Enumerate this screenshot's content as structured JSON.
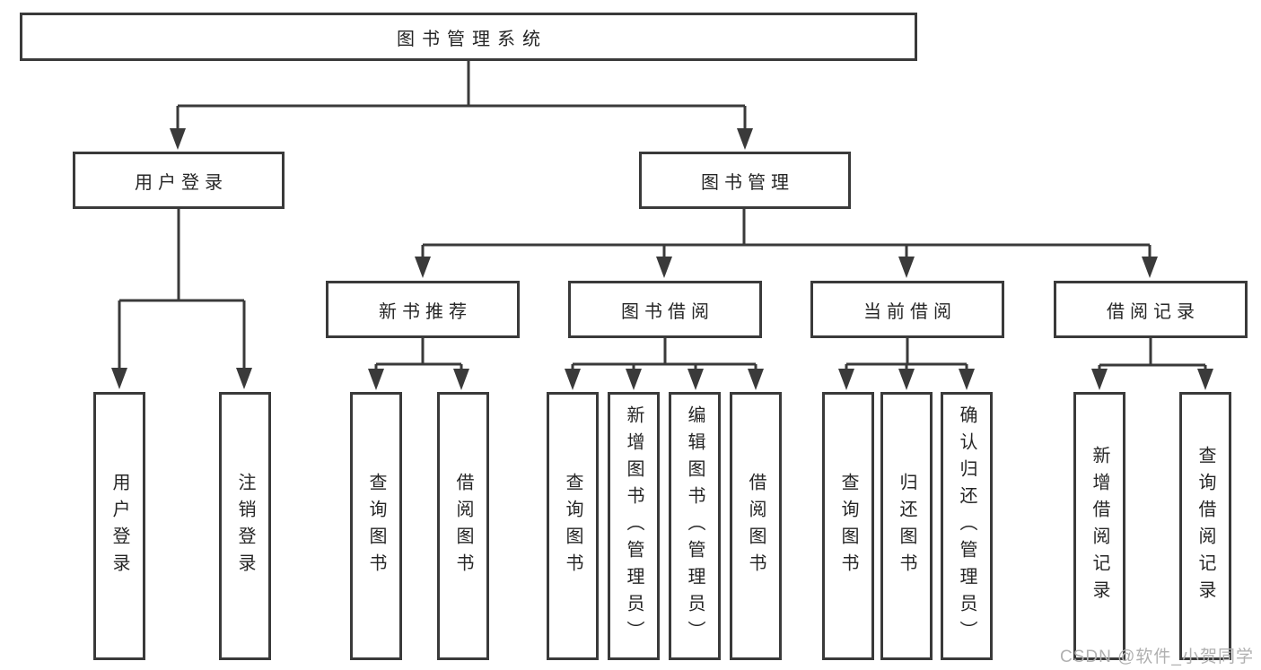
{
  "colors": {
    "line": "#3a3a3a",
    "text": "#262626",
    "watermark": "#b0b0b0",
    "background": "#ffffff"
  },
  "diagram": {
    "root": {
      "label": "图书管理系统"
    },
    "level2": [
      {
        "label": "用户登录"
      },
      {
        "label": "图书管理"
      }
    ],
    "user_login_children": [
      {
        "label": "用户登录"
      },
      {
        "label": "注销登录"
      }
    ],
    "book_management_children": [
      {
        "label": "新书推荐",
        "children": [
          "查询图书",
          "借阅图书"
        ]
      },
      {
        "label": "图书借阅",
        "children": [
          "查询图书",
          "新增图书（管理员）",
          "编辑图书（管理员）",
          "借阅图书"
        ]
      },
      {
        "label": "当前借阅",
        "children": [
          "查询图书",
          "归还图书",
          "确认归还（管理员）"
        ]
      },
      {
        "label": "借阅记录",
        "children": [
          "新增借阅记录",
          "查询借阅记录"
        ]
      }
    ]
  },
  "watermark": {
    "text": "CSDN @软件_小贺同学"
  }
}
